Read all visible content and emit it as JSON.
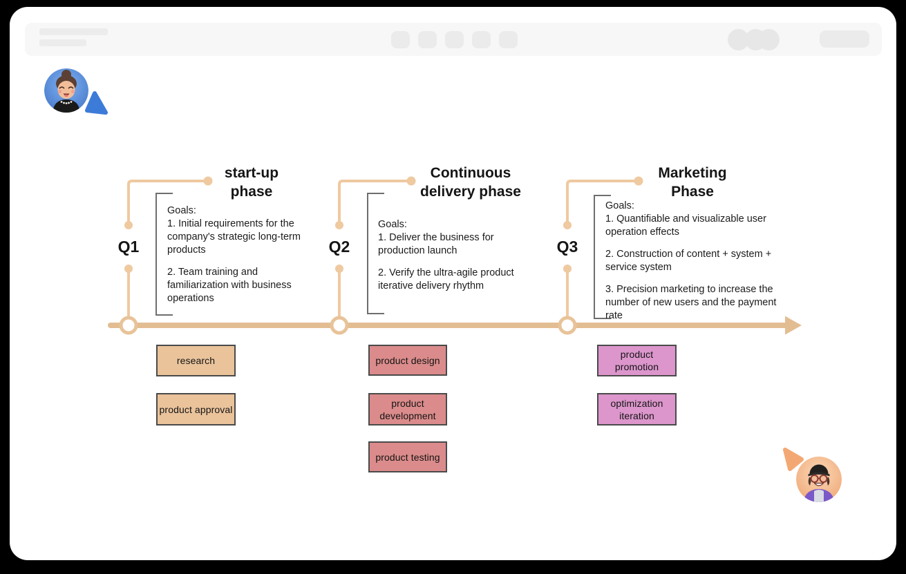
{
  "toolbar": {
    "skeleton_bar_count": 2,
    "center_button_count": 5,
    "avatar_stack_count": 3,
    "action_button_count": 1
  },
  "colors": {
    "accent_light": "#EFC9A0",
    "accent": "#E3BD92",
    "bracket": "#6E6E6E",
    "canvas_bg": "#FFFFFF",
    "toolbar_bg": "#F7F7F8",
    "frame": "#000000"
  },
  "collaborators": [
    {
      "id": "collaborator-1",
      "cursor_color": "#3D7BD9"
    },
    {
      "id": "collaborator-2",
      "cursor_color": "#F3A873"
    }
  ],
  "timeline": {
    "phases": [
      {
        "quarter_label": "Q1",
        "title": "start-up phase",
        "goals_heading": "Goals:",
        "goals": [
          "1. Initial requirements for the company's strategic long-term products",
          "2. Team training and familiarization with business operations"
        ],
        "task_fill": "#EAC39B",
        "tasks": [
          "research",
          "product approval"
        ]
      },
      {
        "quarter_label": "Q2",
        "title": "Continuous delivery phase",
        "goals_heading": "Goals:",
        "goals": [
          "1. Deliver the business for production launch",
          "2. Verify the ultra-agile product iterative delivery rhythm"
        ],
        "task_fill": "#DB8B8B",
        "tasks": [
          "product design",
          "product development",
          "product testing"
        ]
      },
      {
        "quarter_label": "Q3",
        "title": "Marketing Phase",
        "goals_heading": "Goals:",
        "goals": [
          "1. Quantifiable and visualizable user operation effects",
          "2. Construction of content + system + service system",
          "3. Precision marketing to increase the number of new users and the payment rate"
        ],
        "task_fill": "#DC96CC",
        "tasks": [
          "product promotion",
          "optimization iteration"
        ]
      }
    ]
  }
}
